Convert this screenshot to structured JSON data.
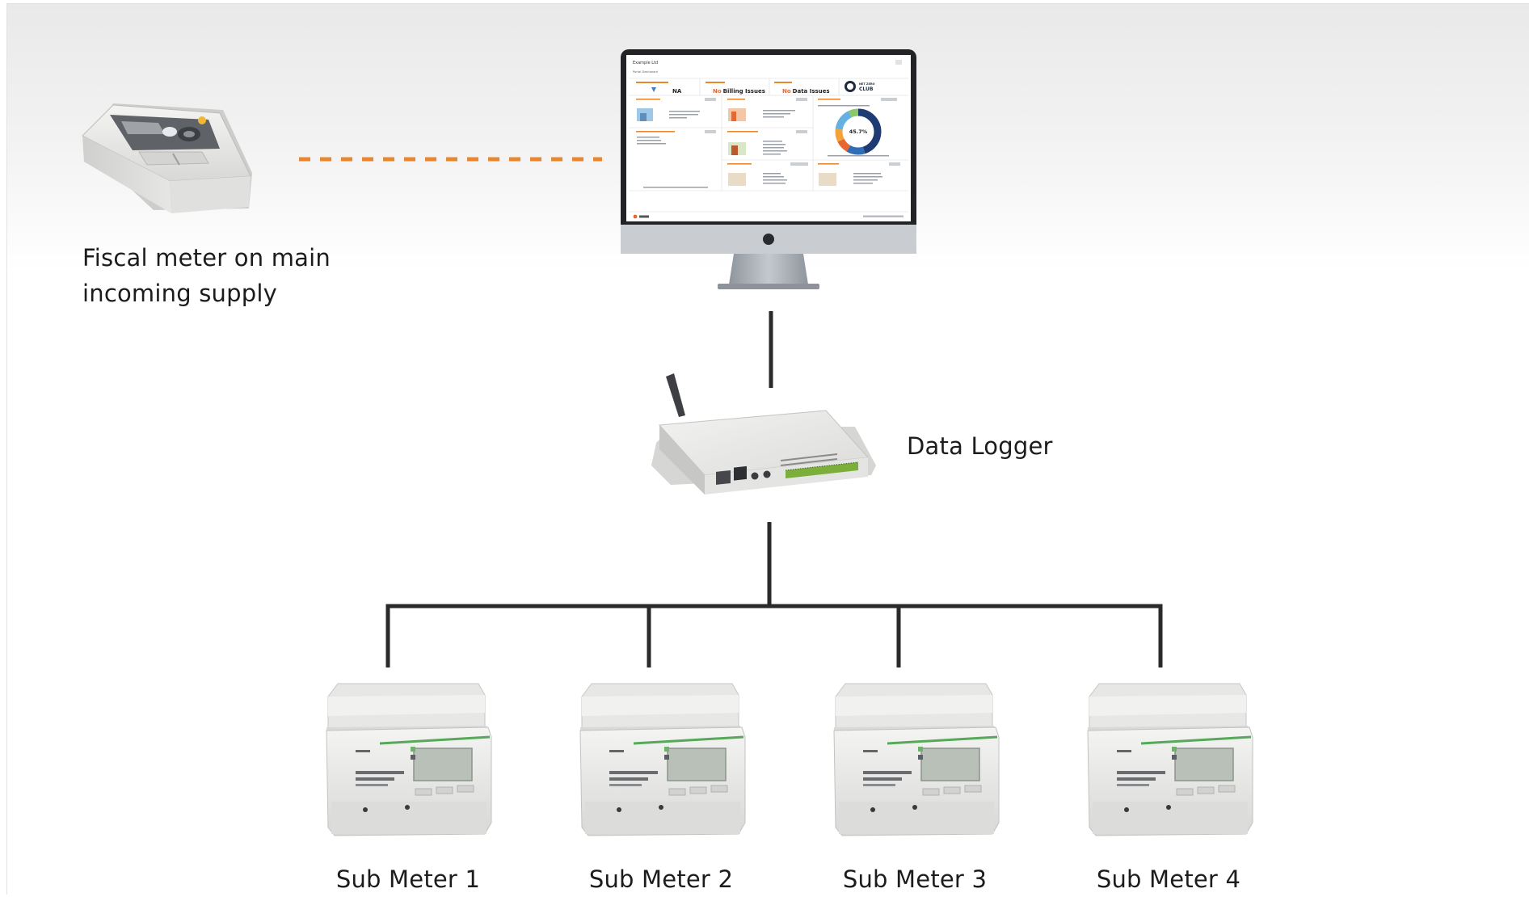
{
  "labels": {
    "fiscal_meter": "Fiscal meter on main incoming supply",
    "data_logger": "Data Logger",
    "sub_meters": [
      "Sub Meter 1",
      "Sub Meter 2",
      "Sub Meter 3",
      "Sub Meter 4"
    ]
  },
  "screen": {
    "company": "Example Ltd",
    "subtitle": "Portal Dashboard",
    "kpi_value_1": "NA",
    "kpi_prefix_2": "No",
    "kpi_text_2": "Billing Issues",
    "kpi_prefix_3": "No",
    "kpi_text_3": "Data Issues",
    "badge_top": "NET ZERO",
    "badge_main": "CLUB",
    "donut_value": "45.7%"
  },
  "colors": {
    "link_dashed": "#e8872e",
    "connector": "#2a2a2a",
    "accent": "#e8872e",
    "donut": [
      "#1f3b73",
      "#2f6db5",
      "#64b0e0",
      "#f2a33a",
      "#e8672e",
      "#8cc86a"
    ]
  }
}
